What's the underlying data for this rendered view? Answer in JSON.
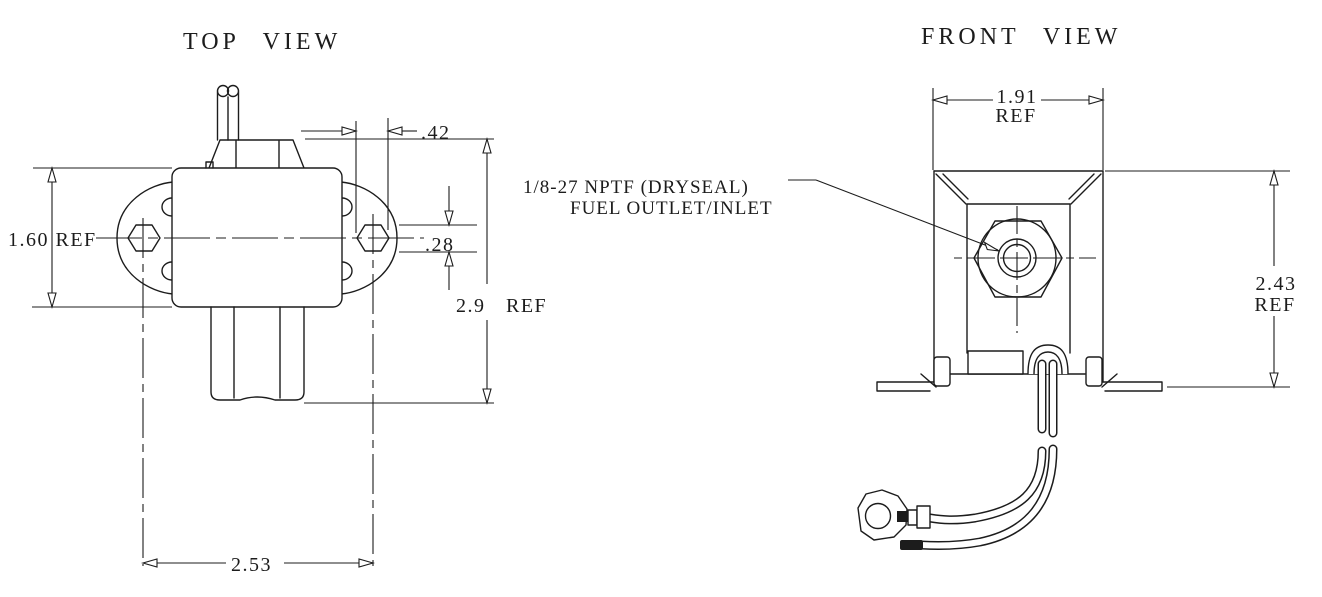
{
  "page": {
    "background": "#ffffff",
    "line_color": "#1c1c1c"
  },
  "top_view": {
    "title": "TOP VIEW",
    "dims": {
      "height_ref": "1.60 REF",
      "offset": ".42",
      "port_across_flats": ".28",
      "overall_ref": "2.9 REF",
      "mount_hole_spacing": "2.53"
    }
  },
  "front_view": {
    "title": "FRONT VIEW",
    "dims": {
      "width_value": "1.91",
      "width_ref": "REF",
      "height_value": "2.43",
      "height_ref": "REF"
    },
    "callout": {
      "line1": "1/8-27 NPTF (DRYSEAL)",
      "line2": "FUEL OUTLET/INLET"
    }
  }
}
